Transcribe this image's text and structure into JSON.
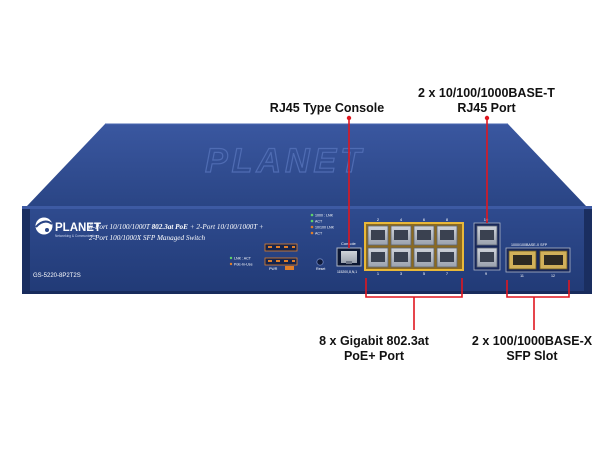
{
  "callouts": {
    "console": "RJ45 Type Console",
    "rj45_uplink_line1": "2 x 10/100/1000BASE-T",
    "rj45_uplink_line2": "RJ45 Port",
    "poe_line1": "8 x Gigabit 802.3at",
    "poe_line2": "PoE+ Port",
    "sfp_line1": "2 x 100/1000BASE-X",
    "sfp_line2": "SFP Slot"
  },
  "device": {
    "brand": "PLANET",
    "brand_tagline": "Networking & Communication",
    "desc_line1_a": "8-Port 10/100/1000T ",
    "desc_line1_highlight": "802.3at PoE",
    "desc_line1_b": " + 2-Port 10/100/1000T +",
    "desc_line2": "2-Port 100/1000X SFP Managed Switch",
    "model": "GS-5220-8P2T2S",
    "console_label": "Console",
    "console_sub": "115200,8,N,1",
    "reset_label": "Reset",
    "sfp_header": "1000/100BASE-X SFP",
    "led_legend": [
      "1000 : LNK",
      "ACT",
      "10/100 LNK",
      "ACT"
    ],
    "poe_legend": [
      "LNK : ACT",
      "PoE-In-Use"
    ],
    "pwr_label": "PWR",
    "port_numbers_top": [
      "2",
      "4",
      "6",
      "8",
      "10"
    ],
    "port_numbers_bottom": [
      "1",
      "3",
      "5",
      "7",
      "9"
    ],
    "sfp_numbers": [
      "11",
      "12"
    ]
  },
  "colors": {
    "chassis": "#2a4585",
    "chassis_dark": "#1b2f63",
    "callout_line": "#e0161f",
    "poe_frame": "#e8b83a",
    "led_amber": "#e07f2a",
    "led_green": "#5fd36a"
  }
}
